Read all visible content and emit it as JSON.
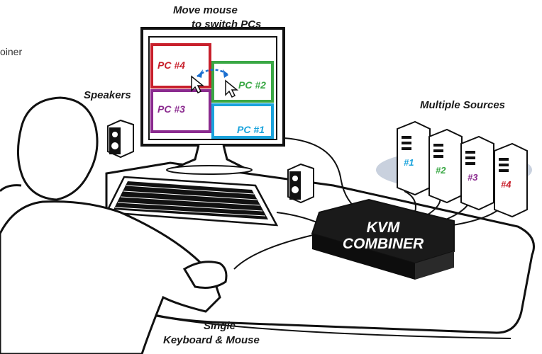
{
  "labels": {
    "title_line1": "Move mouse",
    "title_line2": "to switch PCs",
    "speakers": "Speakers",
    "sources": "Multiple Sources",
    "kvm_line1": "KVM",
    "kvm_line2": "COMBINER",
    "bottom_line1": "Single",
    "bottom_line2": "Keyboard & Mouse",
    "cutoff_text": "oiner"
  },
  "screens": [
    {
      "label": "PC #4",
      "color": "#c8202c"
    },
    {
      "label": "PC #2",
      "color": "#3aa845"
    },
    {
      "label": "PC #3",
      "color": "#8b2b8f"
    },
    {
      "label": "PC #1",
      "color": "#1aa3dc"
    }
  ],
  "towers": [
    {
      "label": "#1",
      "color": "#1aa3dc"
    },
    {
      "label": "#2",
      "color": "#3aa845"
    },
    {
      "label": "#3",
      "color": "#8b2b8f"
    },
    {
      "label": "#4",
      "color": "#c8202c"
    }
  ],
  "colors": {
    "outline": "#111111",
    "shadow": "#c9d1de",
    "device": "#1a1a1a"
  },
  "icons": [
    "cursor-icon",
    "swap-arrow-icon",
    "speaker-icon",
    "tower-pc-icon",
    "keyboard-icon"
  ]
}
